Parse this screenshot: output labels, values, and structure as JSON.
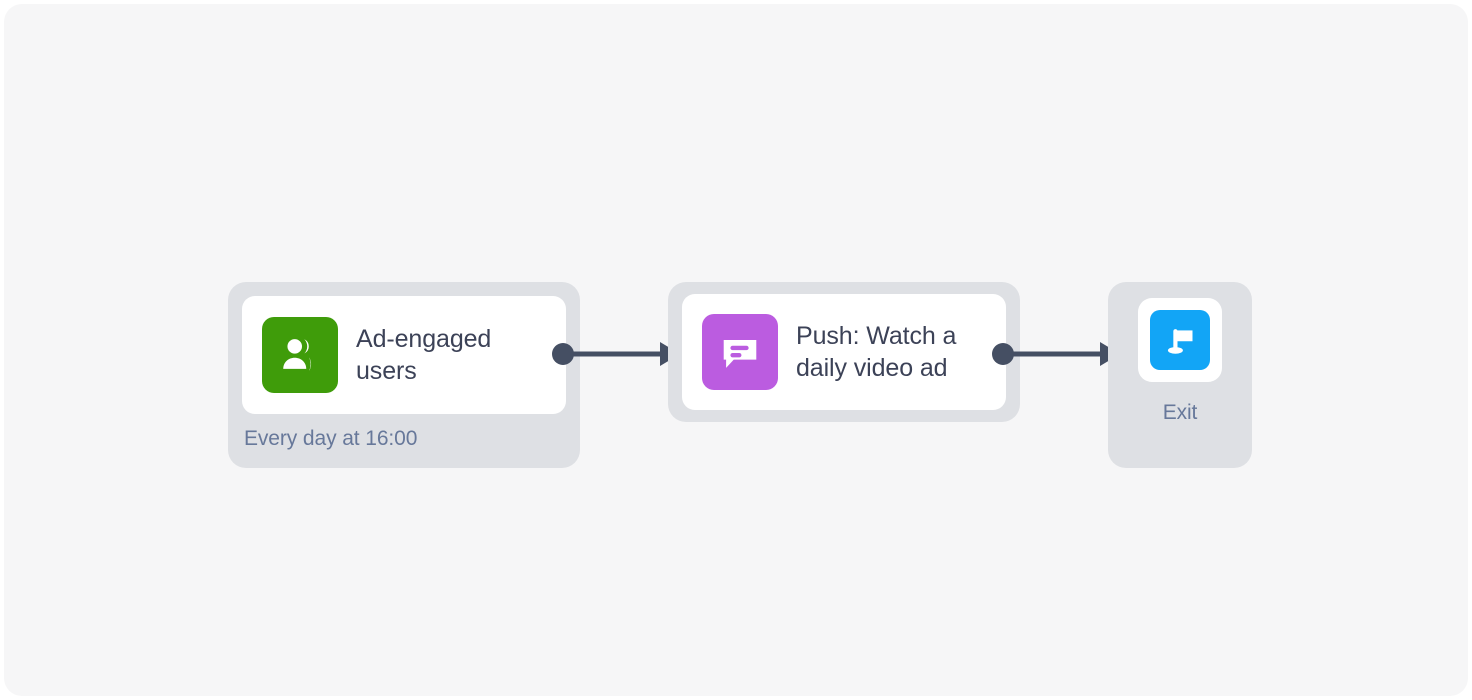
{
  "canvas": {
    "background_color": "#f6f6f7",
    "page_background": "#ffffff"
  },
  "flow": {
    "nodes": [
      {
        "id": "audience",
        "type": "trigger",
        "title": "Ad-engaged users",
        "subtitle": "Every day at 16:00",
        "icon": "users-group-icon",
        "icon_color": "#3f9c0a"
      },
      {
        "id": "push",
        "type": "message",
        "title": "Push: Watch a daily video ad",
        "subtitle": "",
        "icon": "push-message-icon",
        "icon_color": "#bb5ce0"
      },
      {
        "id": "exit",
        "type": "exit",
        "title": "",
        "subtitle": "Exit",
        "icon": "flag-icon",
        "icon_color": "#12a5f6"
      }
    ],
    "connectors": [
      {
        "id": "connector-1",
        "from": "audience",
        "to": "push",
        "style": "arrow"
      },
      {
        "id": "connector-2",
        "from": "push",
        "to": "exit",
        "style": "arrow"
      }
    ],
    "colors": {
      "node_container": "#dee0e4",
      "card": "#ffffff",
      "title_text": "#3c4257",
      "subtitle_text": "#67789a",
      "connector": "#454f63"
    }
  }
}
